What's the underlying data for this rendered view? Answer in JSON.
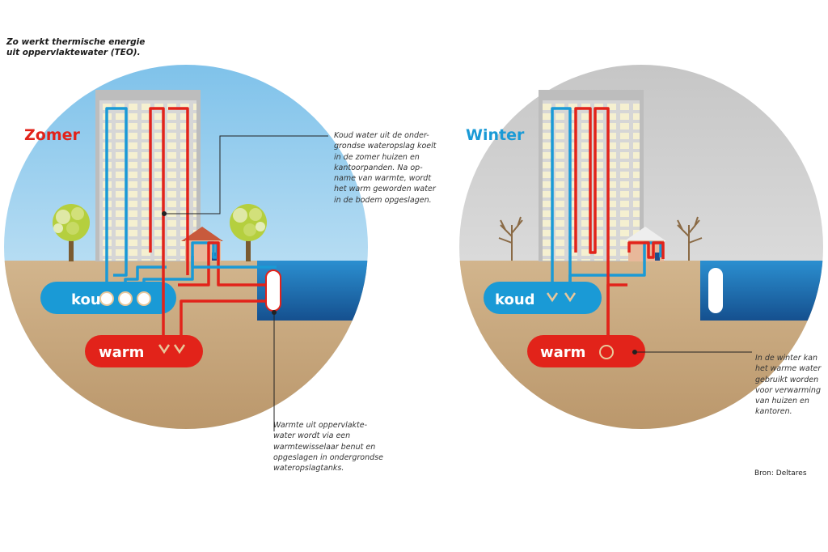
{
  "title_lines": [
    "Zo werkt thermische energie",
    "uit oppervlaktewater (TEO)."
  ],
  "panels": {
    "summer": {
      "label": "Zomer",
      "cold": "koud",
      "warm": "warm"
    },
    "winter": {
      "label": "Winter",
      "cold": "koud",
      "warm": "warm"
    }
  },
  "notes": {
    "summer_top": [
      "Koud water uit de onder-",
      "grondse wateropslag koelt",
      "in de zomer huizen en",
      "kantoorpanden. Na op-",
      "name van warmte, wordt",
      "het warm geworden water",
      "in de  bodem opgeslagen."
    ],
    "summer_bottom": [
      "Warmte uit oppervlakte-",
      "water wordt via een",
      "warmtewisselaar benut en",
      "opgeslagen in ondergrondse",
      "wateropslagtanks."
    ],
    "winter_right": [
      "In de winter kan",
      "het warme water",
      "gebruikt worden",
      "voor verwarming",
      "van huizen en",
      "kantoren."
    ]
  },
  "source": "Bron: Deltares",
  "colors": {
    "cold": "#1a9ad6",
    "warm": "#e2231a",
    "ground": "#c6a67f",
    "water": "#1f6fb2",
    "summer_sky": "#bfe0f2",
    "winter_sky": "#d4d4d4",
    "building": "#b8b8b8"
  }
}
